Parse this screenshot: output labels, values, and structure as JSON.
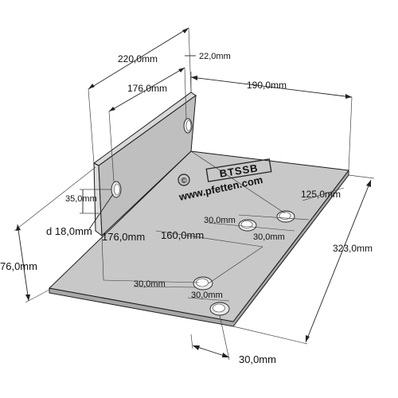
{
  "diagram": {
    "watermark": {
      "copyright_symbol": "©",
      "brand": "BTSSB",
      "url": "www.pfetten.com"
    },
    "dimensions": {
      "top_length_outer": "220,0mm",
      "top_length_inner": "176,0mm",
      "thickness_gap": "22,0mm",
      "top_width": "190,0mm",
      "hole_height": "35,0mm",
      "hole_diameter": "d 18,0mm",
      "height": "76,0mm",
      "base_depth_left": "176,0mm",
      "base_depth_mid": "160,0mm",
      "base_hole_dist": "125,0mm",
      "hole_spacing_upper_a": "30,0mm",
      "hole_spacing_upper_b": "30,0mm",
      "hole_spacing_lower_a": "30,0mm",
      "hole_spacing_lower_b": "30,0mm",
      "length_total": "323,0mm",
      "bottom_offset": "30,0mm"
    },
    "colors": {
      "plate_top": "#c8c8c8",
      "plate_edge": "#a8a8a8",
      "wall_face": "#bfbfbf",
      "wall_edge": "#d8d8d8"
    }
  }
}
